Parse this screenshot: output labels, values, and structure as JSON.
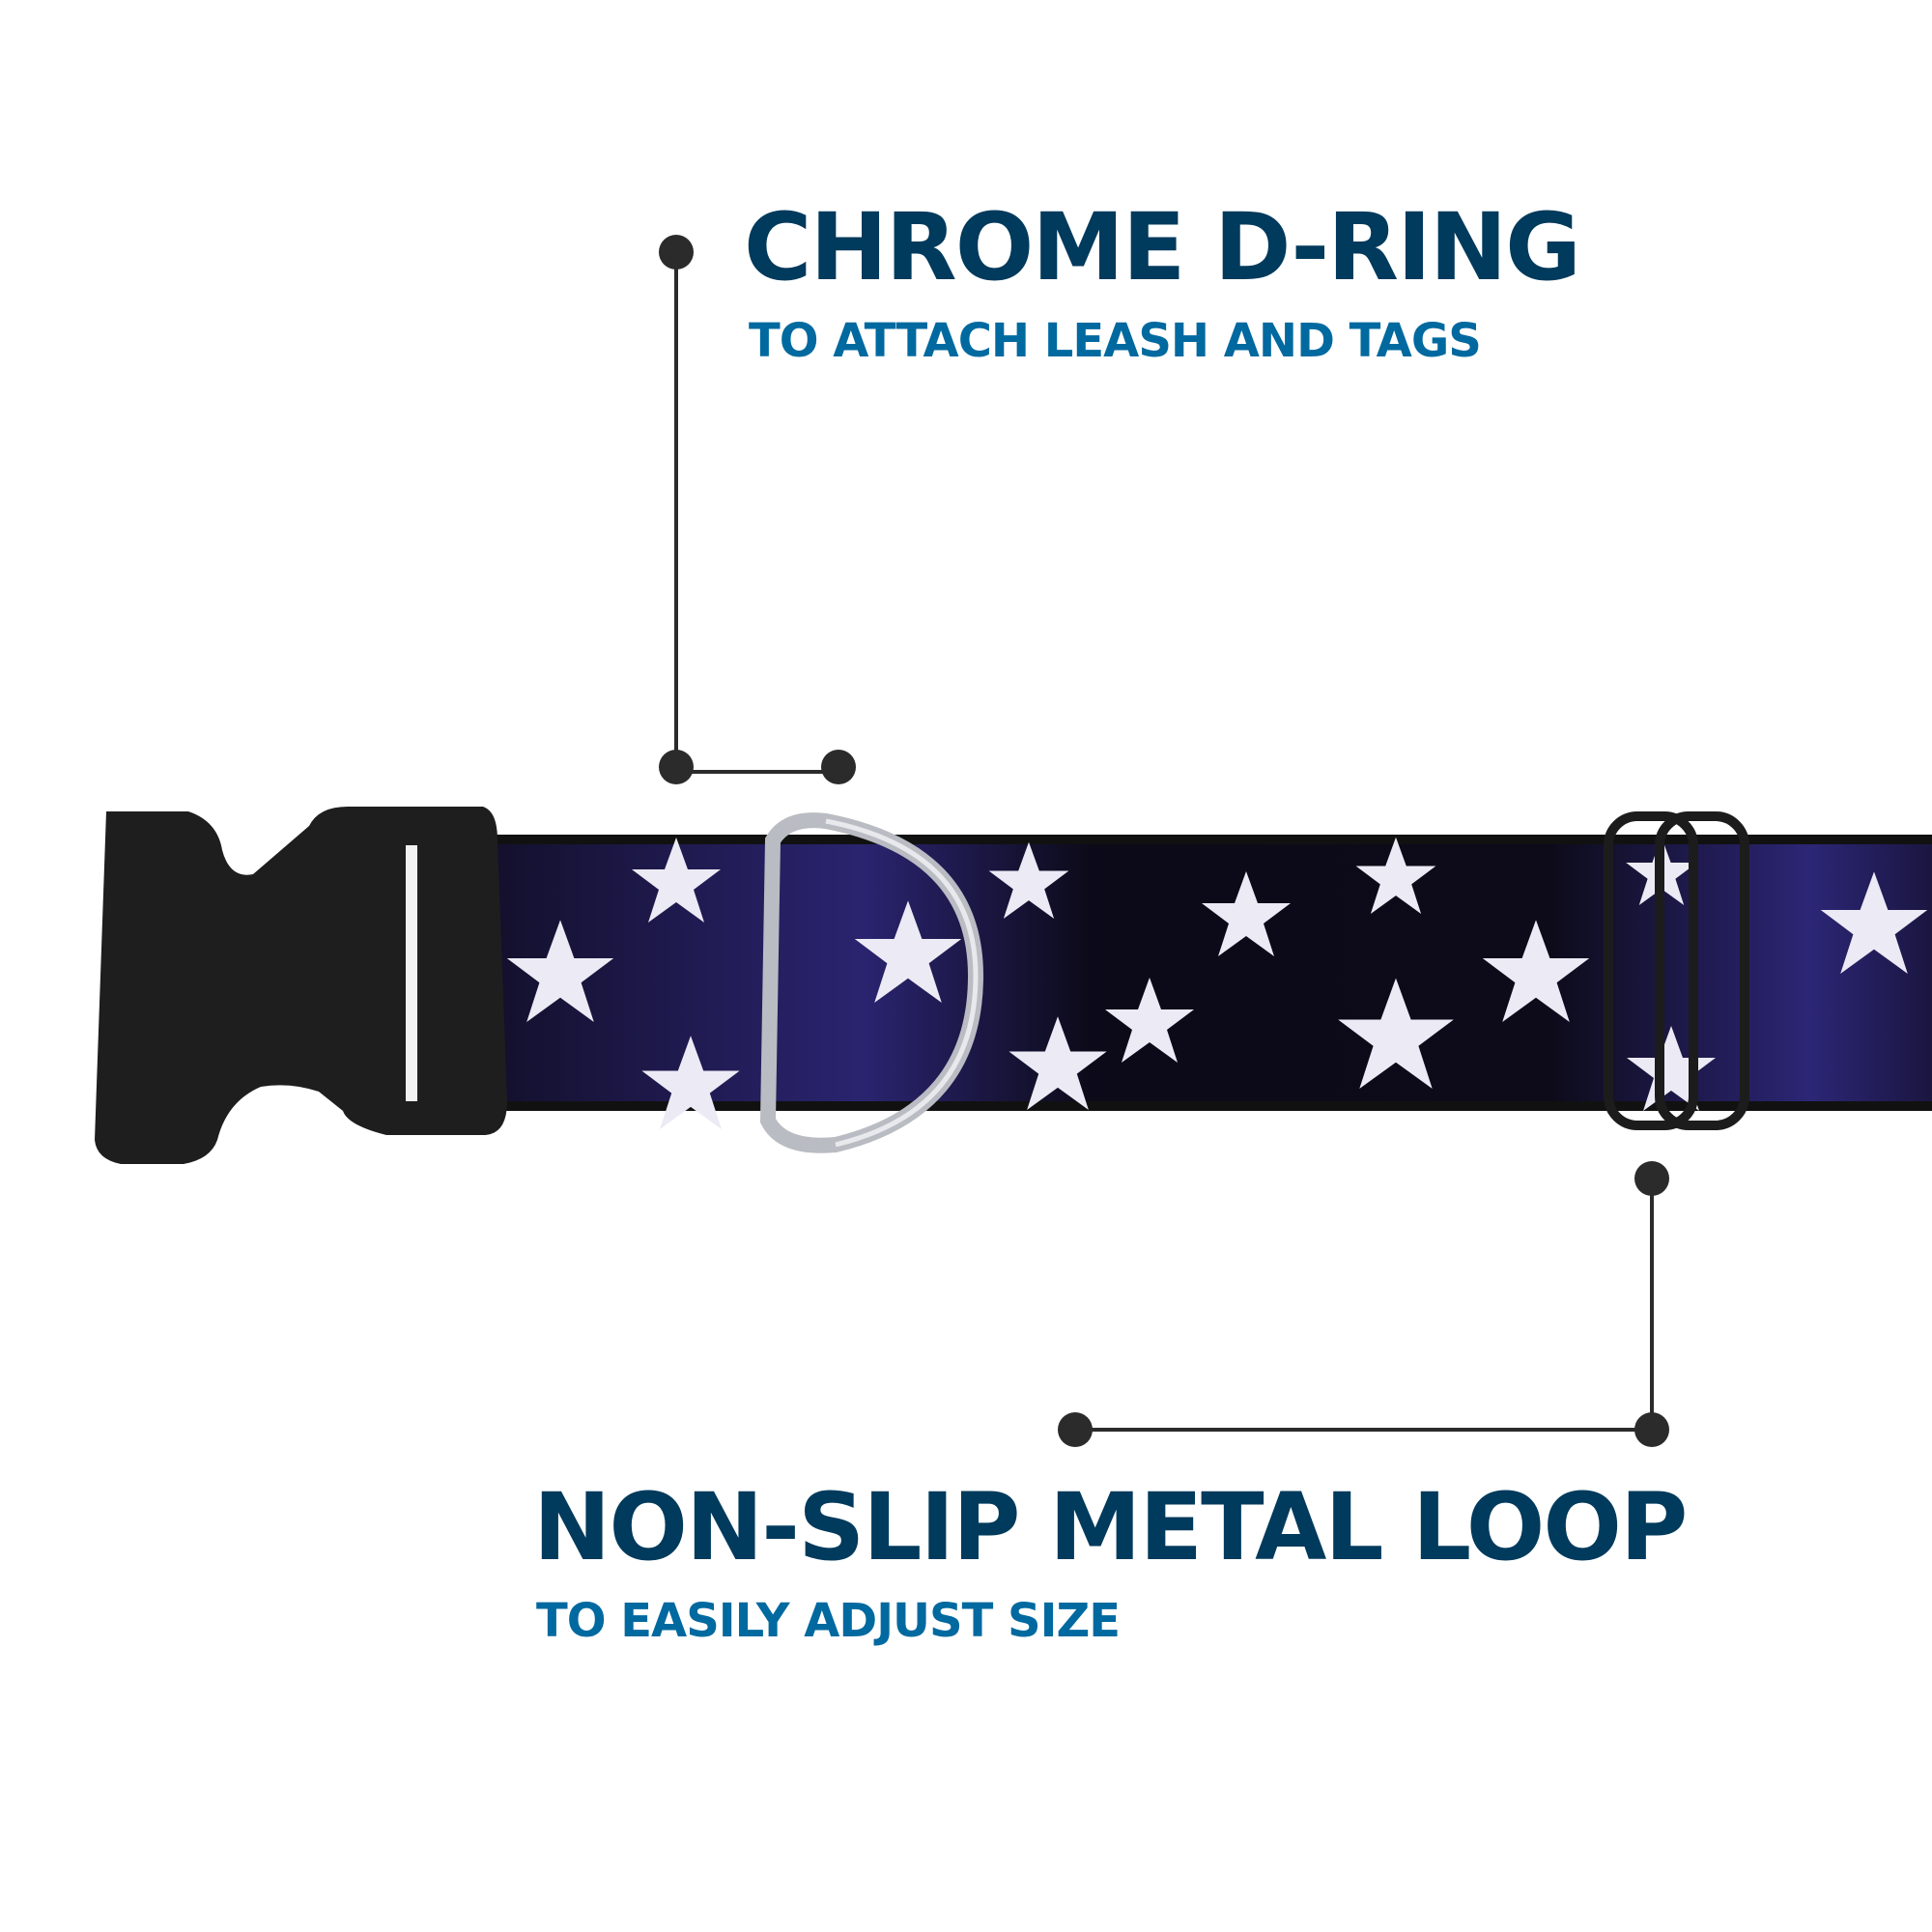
{
  "callouts": [
    {
      "title": "CHROME D-RING",
      "subtitle": "TO ATTACH LEASH AND TAGS"
    },
    {
      "title": "NON-SLIP METAL LOOP",
      "subtitle": "TO EASILY ADJUST SIZE"
    }
  ],
  "product": {
    "name": "Dog collar with stars pattern",
    "parts": [
      "buckle",
      "d-ring",
      "metal-loop",
      "webbing"
    ]
  },
  "colors": {
    "title": "#003a5c",
    "subtitle": "#00699f",
    "connector": "#2b2b2b"
  }
}
